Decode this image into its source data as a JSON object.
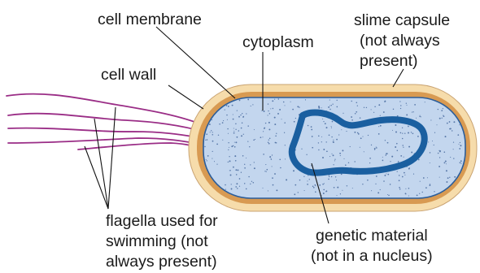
{
  "labels": {
    "cell_membrane": "cell membrane",
    "cytoplasm": "cytoplasm",
    "slime_capsule_lines": [
      "slime capsule",
      "(not always",
      "present)"
    ],
    "cell_wall": "cell wall",
    "flagella_lines": [
      "flagella used for",
      "swimming (not",
      "always present)"
    ],
    "genetic_material_lines": [
      "genetic material",
      "(not in a nucleus)"
    ]
  },
  "colors": {
    "slime_capsule": "#f6dcab",
    "cell_wall": "#d89a52",
    "cytoplasm": "#c3d6ee",
    "cytoplasm_dots": "#5878a8",
    "genetic_material": "#1a5fa0",
    "flagella": "#9a2d86",
    "leader_lines": "#111111"
  }
}
